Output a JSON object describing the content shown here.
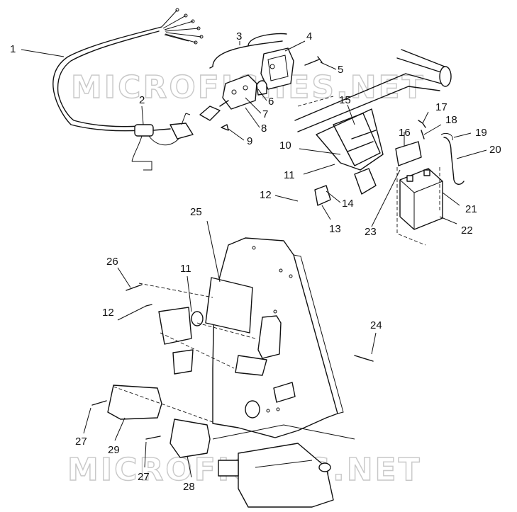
{
  "watermark": {
    "top": "MICROFICHES.NET",
    "bottom": "MICROFICHES.NET"
  },
  "callouts": {
    "c1": "1",
    "c2": "2",
    "c3": "3",
    "c4": "4",
    "c5": "5",
    "c6": "6",
    "c7": "7",
    "c8": "8",
    "c9": "9",
    "c10": "10",
    "c11a": "11",
    "c11b": "11",
    "c12a": "12",
    "c12b": "12",
    "c13": "13",
    "c14": "14",
    "c15": "15",
    "c16": "16",
    "c17": "17",
    "c18": "18",
    "c19": "19",
    "c20": "20",
    "c21": "21",
    "c22": "22",
    "c23": "23",
    "c24": "24",
    "c25": "25",
    "c26": "26",
    "c27a": "27",
    "c27b": "27",
    "c28": "28",
    "c29": "29"
  }
}
